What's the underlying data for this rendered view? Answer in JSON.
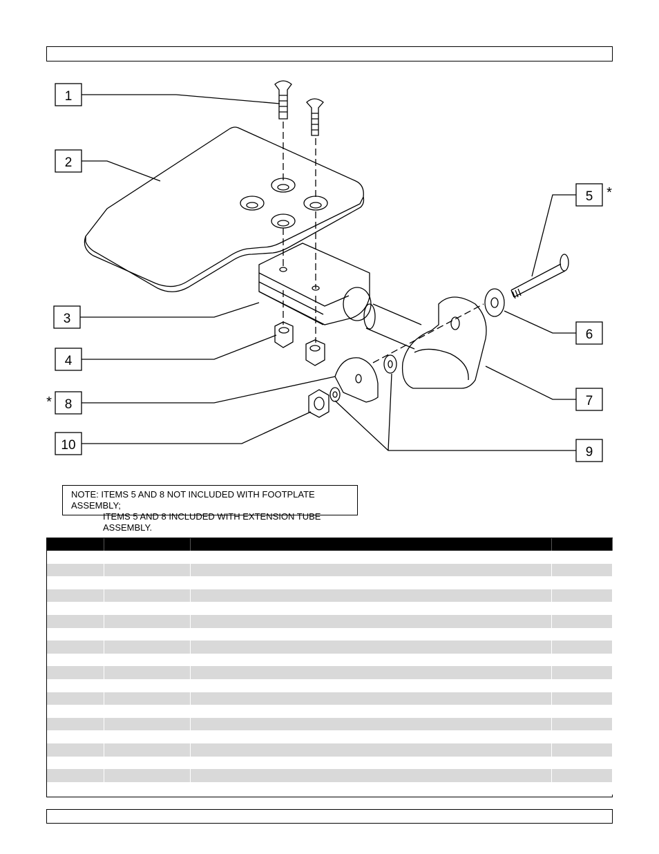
{
  "callouts": [
    {
      "label": "1"
    },
    {
      "label": "2"
    },
    {
      "label": "3"
    },
    {
      "label": "4"
    },
    {
      "label": "5",
      "asterisk": "*"
    },
    {
      "label": "6"
    },
    {
      "label": "7"
    },
    {
      "label": "8",
      "asterisk": "*"
    },
    {
      "label": "9"
    },
    {
      "label": "10"
    }
  ],
  "note": {
    "line1": "NOTE: ITEMS 5 AND 8 NOT INCLUDED WITH FOOTPLATE ASSEMBLY;",
    "line2": "ITEMS 5 AND 8 INCLUDED WITH EXTENSION TUBE ASSEMBLY."
  },
  "colors": {
    "line": "#000000",
    "row_shade": "#d9d9d9",
    "header": "#000000"
  }
}
